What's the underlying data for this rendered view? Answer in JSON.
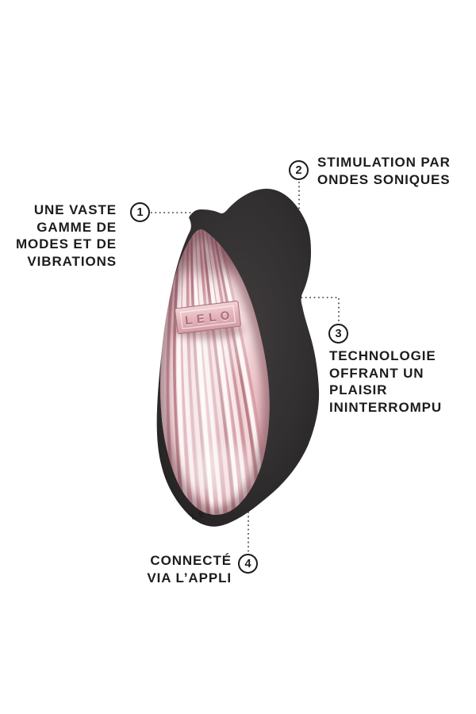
{
  "product": {
    "brand_plate_text": "LELO",
    "engraving_text": "LELO",
    "colors": {
      "body_black": "#2e2b2c",
      "face_pink_light": "#f7e6e8",
      "face_pink_dark": "#c9848e",
      "text": "#1c1c1c",
      "background": "#ffffff"
    }
  },
  "callouts": [
    {
      "number": "1",
      "lines": [
        "UNE VASTE",
        "GAMME DE",
        "MODES ET DE",
        "VIBRATIONS"
      ]
    },
    {
      "number": "2",
      "lines": [
        "STIMULATION PAR",
        "ONDES SONIQUES"
      ]
    },
    {
      "number": "3",
      "lines": [
        "TECHNOLOGIE",
        "OFFRANT UN",
        "PLAISIR",
        "ININTERROMPU"
      ]
    },
    {
      "number": "4",
      "lines": [
        "CONNECTÉ",
        "VIA L’APPLI"
      ]
    }
  ]
}
